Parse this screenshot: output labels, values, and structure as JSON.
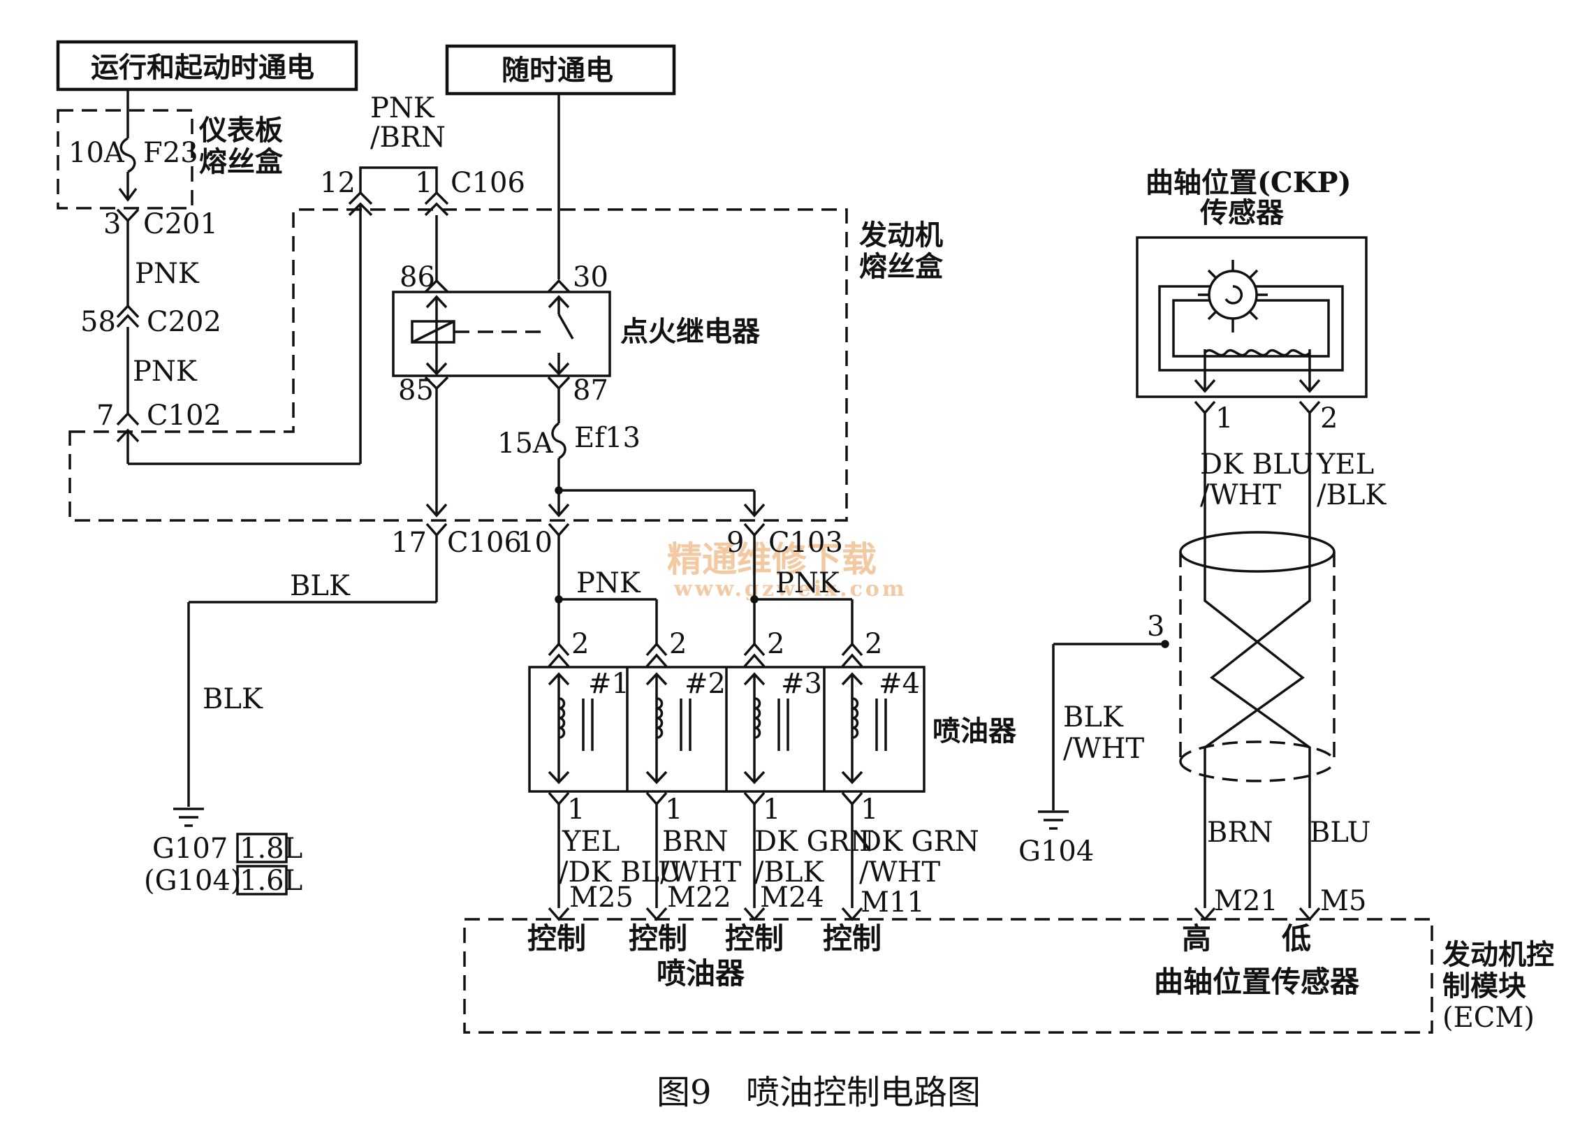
{
  "power": {
    "run_start": "运行和起动时通电",
    "always_on": "随时通电"
  },
  "fuse_box_ip": {
    "title_line1": "仪表板",
    "title_line2": "熔丝盒",
    "amp": "10A",
    "name": "F23"
  },
  "fuse_box_engine": {
    "title_line1": "发动机",
    "title_line2": "熔丝盒"
  },
  "relay": {
    "title": "点火继电器",
    "pin86": "86",
    "pin30": "30",
    "pin85": "85",
    "pin87": "87"
  },
  "fuse_ef13": {
    "amp": "15A",
    "name": "Ef13"
  },
  "connectors": {
    "c201_pin": "3",
    "c201": "C201",
    "c202_pin": "58",
    "c202": "C202",
    "c102_pin": "7",
    "c102": "C102",
    "c106_top_pin12": "12",
    "c106_top_pin1": "1",
    "c106_top": "C106",
    "c106_bot_pin": "17",
    "c106_bot": "C106",
    "c106_bot_pin10": "10",
    "c103_pin": "9",
    "c103": "C103"
  },
  "wires": {
    "pnk_brn_1": "PNK",
    "pnk_brn_2": "/BRN",
    "pnk_a": "PNK",
    "pnk_b": "PNK",
    "blk_a": "BLK",
    "blk_b": "BLK",
    "pnk_c": "PNK",
    "pnk_d": "PNK",
    "blk_wht_1": "BLK",
    "blk_wht_2": "/WHT",
    "brn": "BRN",
    "blu": "BLU",
    "ckp1_1": "DK BLU",
    "ckp1_2": "/WHT",
    "ckp2_1": "YEL",
    "ckp2_2": "/BLK"
  },
  "grounds": {
    "g107": "G107",
    "g104_paren": "(G104)",
    "eng_18": "1.8L",
    "eng_16": "1.6L",
    "g104": "G104"
  },
  "injectors": {
    "title": "喷油器",
    "items": [
      {
        "label": "#1",
        "pin_top": "2",
        "pin_bot": "1",
        "wire1": "YEL",
        "wire2": "/DK BLU",
        "ecm_pin": "M25"
      },
      {
        "label": "#2",
        "pin_top": "2",
        "pin_bot": "1",
        "wire1": "BRN",
        "wire2": "/WHT",
        "ecm_pin": "M22"
      },
      {
        "label": "#3",
        "pin_top": "2",
        "pin_bot": "1",
        "wire1": "DK GRN",
        "wire2": "/BLK",
        "ecm_pin": "M24"
      },
      {
        "label": "#4",
        "pin_top": "2",
        "pin_bot": "1",
        "wire1": "DK GRN",
        "wire2": "/WHT",
        "ecm_pin": "M11"
      }
    ]
  },
  "ckp": {
    "title_line1": "曲轴位置(CKP)",
    "title_line2": "传感器",
    "pin1": "1",
    "pin2": "2",
    "shield_pin": "3"
  },
  "ecm": {
    "title_line1": "发动机控",
    "title_line2": "制模块",
    "title_line3": "(ECM)",
    "ctrl": "控制",
    "injector_group": "喷油器",
    "high": "高",
    "low": "低",
    "ckp_group": "曲轴位置传感器",
    "pin_m21": "M21",
    "pin_m5": "M5"
  },
  "caption": {
    "fig": "图9",
    "title": "喷油控制电路图"
  },
  "watermark": {
    "line1": "精通维修下载",
    "line2": "www.gzweix.com"
  }
}
